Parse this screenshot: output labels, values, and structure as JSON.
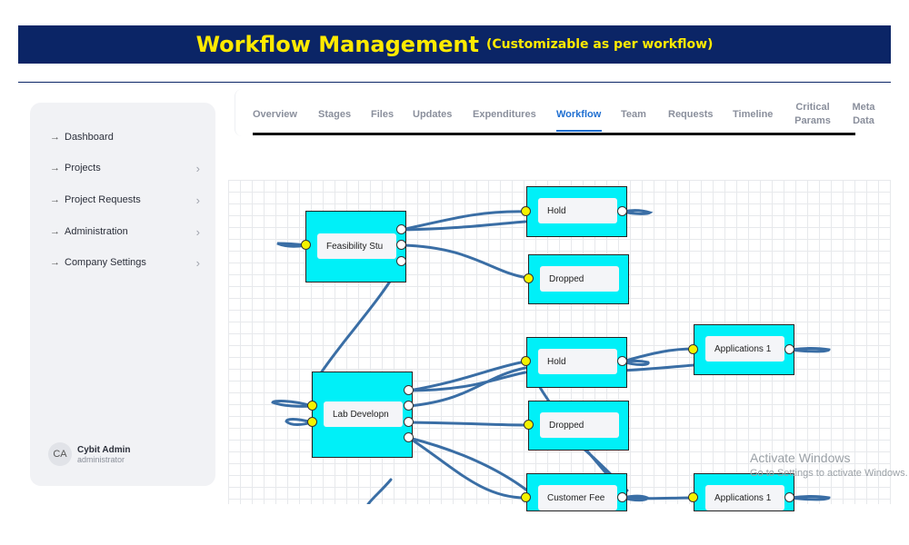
{
  "banner": {
    "title": "Workflow Management",
    "subtitle": "(Customizable as per workflow)"
  },
  "sidebar": {
    "items": [
      {
        "label": "Dashboard",
        "arrow": "→"
      },
      {
        "label": "Projects",
        "arrow": "→",
        "chevron": "›"
      },
      {
        "label": "Project Requests",
        "arrow": "→",
        "chevron": "›"
      },
      {
        "label": "Administration",
        "arrow": "→",
        "chevron": "›"
      },
      {
        "label": "Company Settings",
        "arrow": "→",
        "chevron": "›"
      }
    ],
    "user": {
      "initials": "CA",
      "name": "Cybit Admin",
      "role": "administrator"
    }
  },
  "tabs": [
    {
      "label": "Overview"
    },
    {
      "label": "Stages"
    },
    {
      "label": "Files"
    },
    {
      "label": "Updates"
    },
    {
      "label": "Expenditures"
    },
    {
      "label": "Workflow",
      "active": true
    },
    {
      "label": "Team"
    },
    {
      "label": "Requests"
    },
    {
      "label": "Timeline"
    },
    {
      "label": "Critical Params"
    },
    {
      "label": "Meta Data"
    }
  ],
  "workflow": {
    "nodes": [
      {
        "id": "feasibility",
        "label": "Feasibility Stu"
      },
      {
        "id": "hold1",
        "label": "Hold"
      },
      {
        "id": "dropped1",
        "label": "Dropped"
      },
      {
        "id": "lab",
        "label": "Lab Developn"
      },
      {
        "id": "hold2",
        "label": "Hold"
      },
      {
        "id": "dropped2",
        "label": "Dropped"
      },
      {
        "id": "customer",
        "label": "Customer Fee"
      },
      {
        "id": "apps1",
        "label": "Applications 1"
      },
      {
        "id": "apps2",
        "label": "Applications 1"
      }
    ],
    "colors": {
      "node_fill": "#00f0f8",
      "edge": "#3a6ea5",
      "input_port": "#f3f300",
      "output_port": "#ffffff"
    }
  },
  "watermark": {
    "line1": "Activate Windows",
    "line2": "Go to Settings to activate Windows."
  }
}
